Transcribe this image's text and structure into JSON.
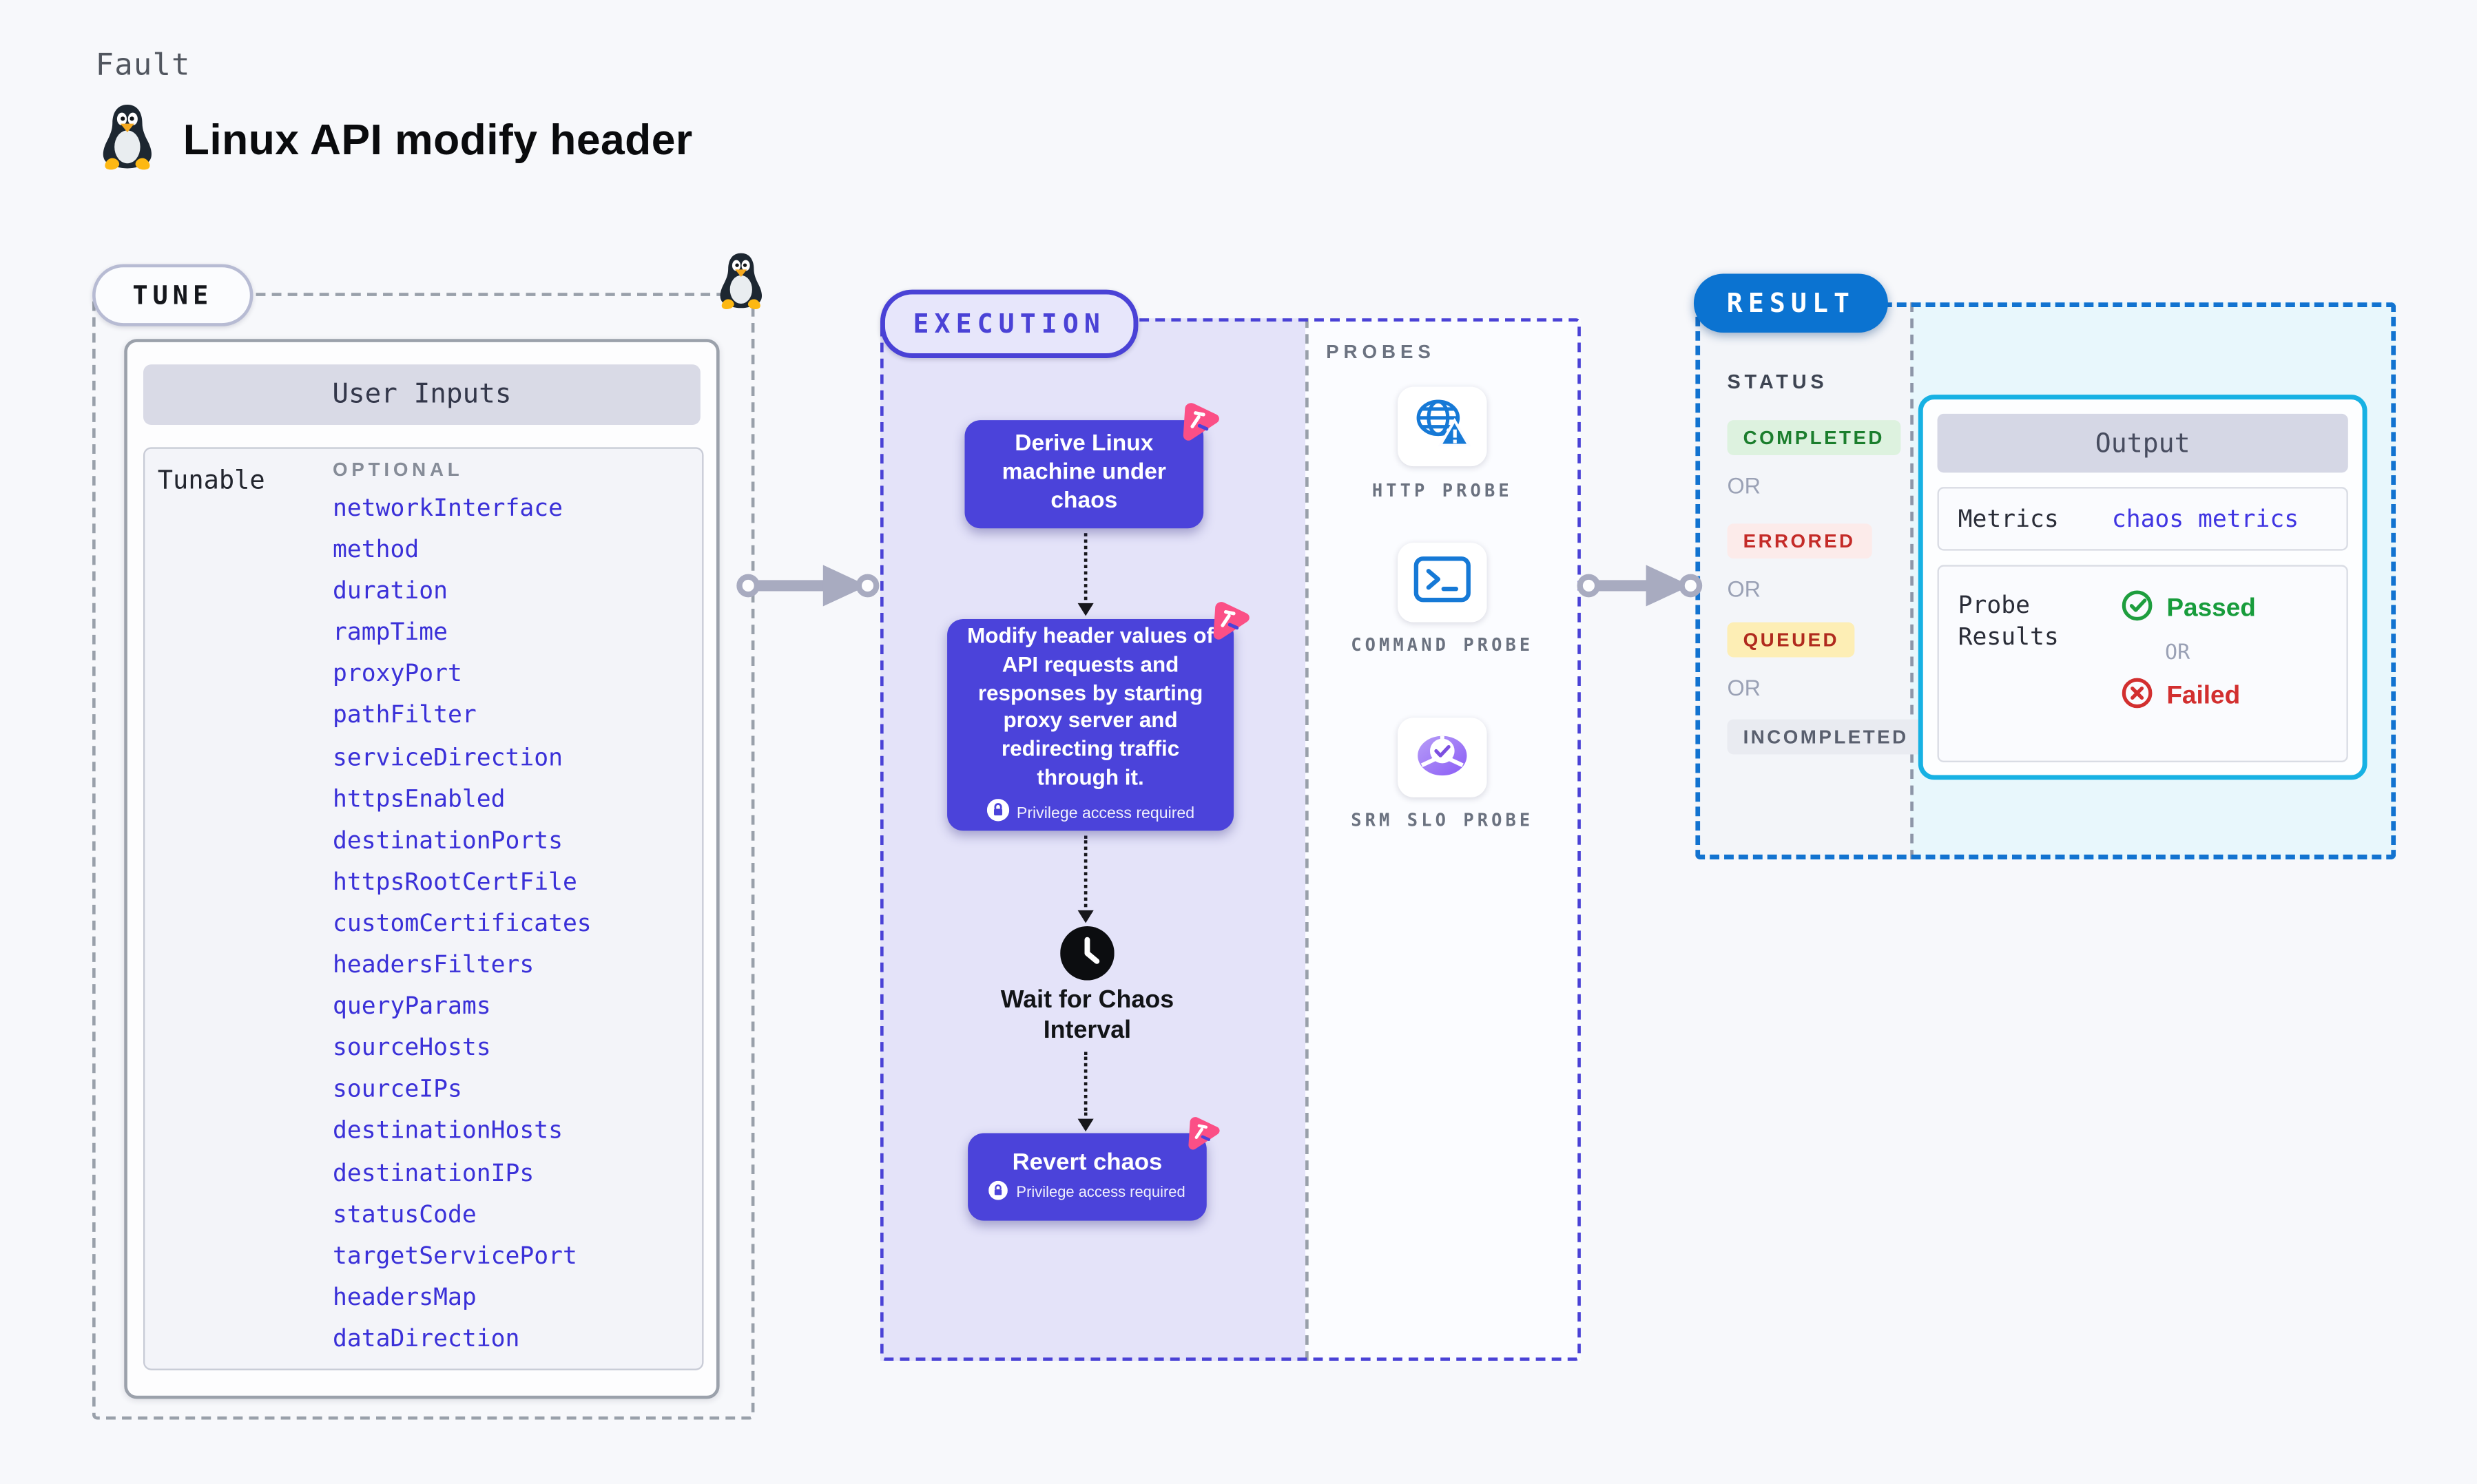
{
  "header": {
    "category": "Fault",
    "title": "Linux API modify header"
  },
  "tune": {
    "pill": "TUNE",
    "table_header": "User Inputs",
    "row_label": "Tunable",
    "column_header": "OPTIONAL",
    "tunables": [
      "networkInterface",
      "method",
      "duration",
      "rampTime",
      "proxyPort",
      "pathFilter",
      "serviceDirection",
      "httpsEnabled",
      "destinationPorts",
      "httpsRootCertFile",
      "customCertificates",
      "headersFilters",
      "queryParams",
      "sourceHosts",
      "sourceIPs",
      "destinationHosts",
      "destinationIPs",
      "statusCode",
      "targetServicePort",
      "headersMap",
      "dataDirection"
    ]
  },
  "execution": {
    "pill": "EXECUTION",
    "steps": {
      "derive": "Derive Linux machine under chaos",
      "modify": "Modify header values of API requests and responses by starting proxy server and redirecting traffic through it.",
      "wait": "Wait for Chaos Interval",
      "revert": "Revert chaos",
      "privilege_note": "Privilege access required"
    },
    "probes": {
      "heading": "PROBES",
      "items": [
        {
          "label": "HTTP PROBE",
          "icon": "globe-alert-icon"
        },
        {
          "label": "COMMAND PROBE",
          "icon": "terminal-icon"
        },
        {
          "label": "SRM SLO PROBE",
          "icon": "slo-gauge-icon"
        }
      ]
    }
  },
  "result": {
    "pill": "RESULT",
    "status": {
      "heading": "STATUS",
      "or": "OR",
      "items": [
        {
          "label": "COMPLETED",
          "bg": "#ddf2df",
          "color": "#1b7e2d"
        },
        {
          "label": "ERRORED",
          "bg": "#fcebea",
          "color": "#c42b28"
        },
        {
          "label": "QUEUED",
          "bg": "#fdeeb5",
          "color": "#b02a1e"
        },
        {
          "label": "INCOMPLETED",
          "bg": "#e9ebf1",
          "color": "#595f6e"
        }
      ]
    },
    "output": {
      "title": "Output",
      "metrics_label": "Metrics",
      "metrics_link": "chaos metrics",
      "probe_results_label": "Probe Results",
      "passed": "Passed",
      "or": "OR",
      "failed": "Failed"
    }
  },
  "colors": {
    "accent_indigo": "#4b43da",
    "accent_pink": "#fb4f86",
    "accent_blue": "#0b73d1",
    "accent_cyan": "#17b1e3",
    "link_blue": "#3a30d8",
    "panel_lavender": "#e4e3f9",
    "output_bg": "#e8f7fc"
  }
}
